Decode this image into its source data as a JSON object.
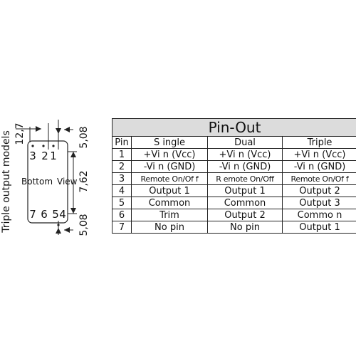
{
  "diagram": {
    "side_label": "Triple  output models",
    "pin_numbers_top": [
      "3",
      "2",
      "1"
    ],
    "pin_numbers_bottom": [
      "7",
      "6",
      "5",
      "4"
    ],
    "view_label_left": "Bottom",
    "view_label_right": "View",
    "dim_width": "12,7",
    "dim_top": "5,08",
    "dim_middle": "7,62",
    "dim_bottom": "5,08"
  },
  "table": {
    "title": "Pin-Out",
    "headers": [
      "Pin",
      "S ingle",
      "Dual",
      "Triple"
    ],
    "rows": [
      [
        "1",
        "+Vi n (Vcc)",
        "+Vi n (Vcc)",
        "+Vi n (Vcc)"
      ],
      [
        "2",
        "-Vi n (GND)",
        "-Vi n (GND)",
        "-Vi n (GND)"
      ],
      [
        "3",
        "Remote On/Of   f",
        "R emote On/Off",
        "Remote On/Of  f"
      ],
      [
        "4",
        "Output 1",
        "Output 1",
        "Output   2"
      ],
      [
        "5",
        "Common",
        "Common",
        "Output  3"
      ],
      [
        "6",
        "Trim",
        "Output 2",
        "Commo  n"
      ],
      [
        "7",
        "No pin",
        "No pin",
        "Output   1"
      ]
    ]
  }
}
